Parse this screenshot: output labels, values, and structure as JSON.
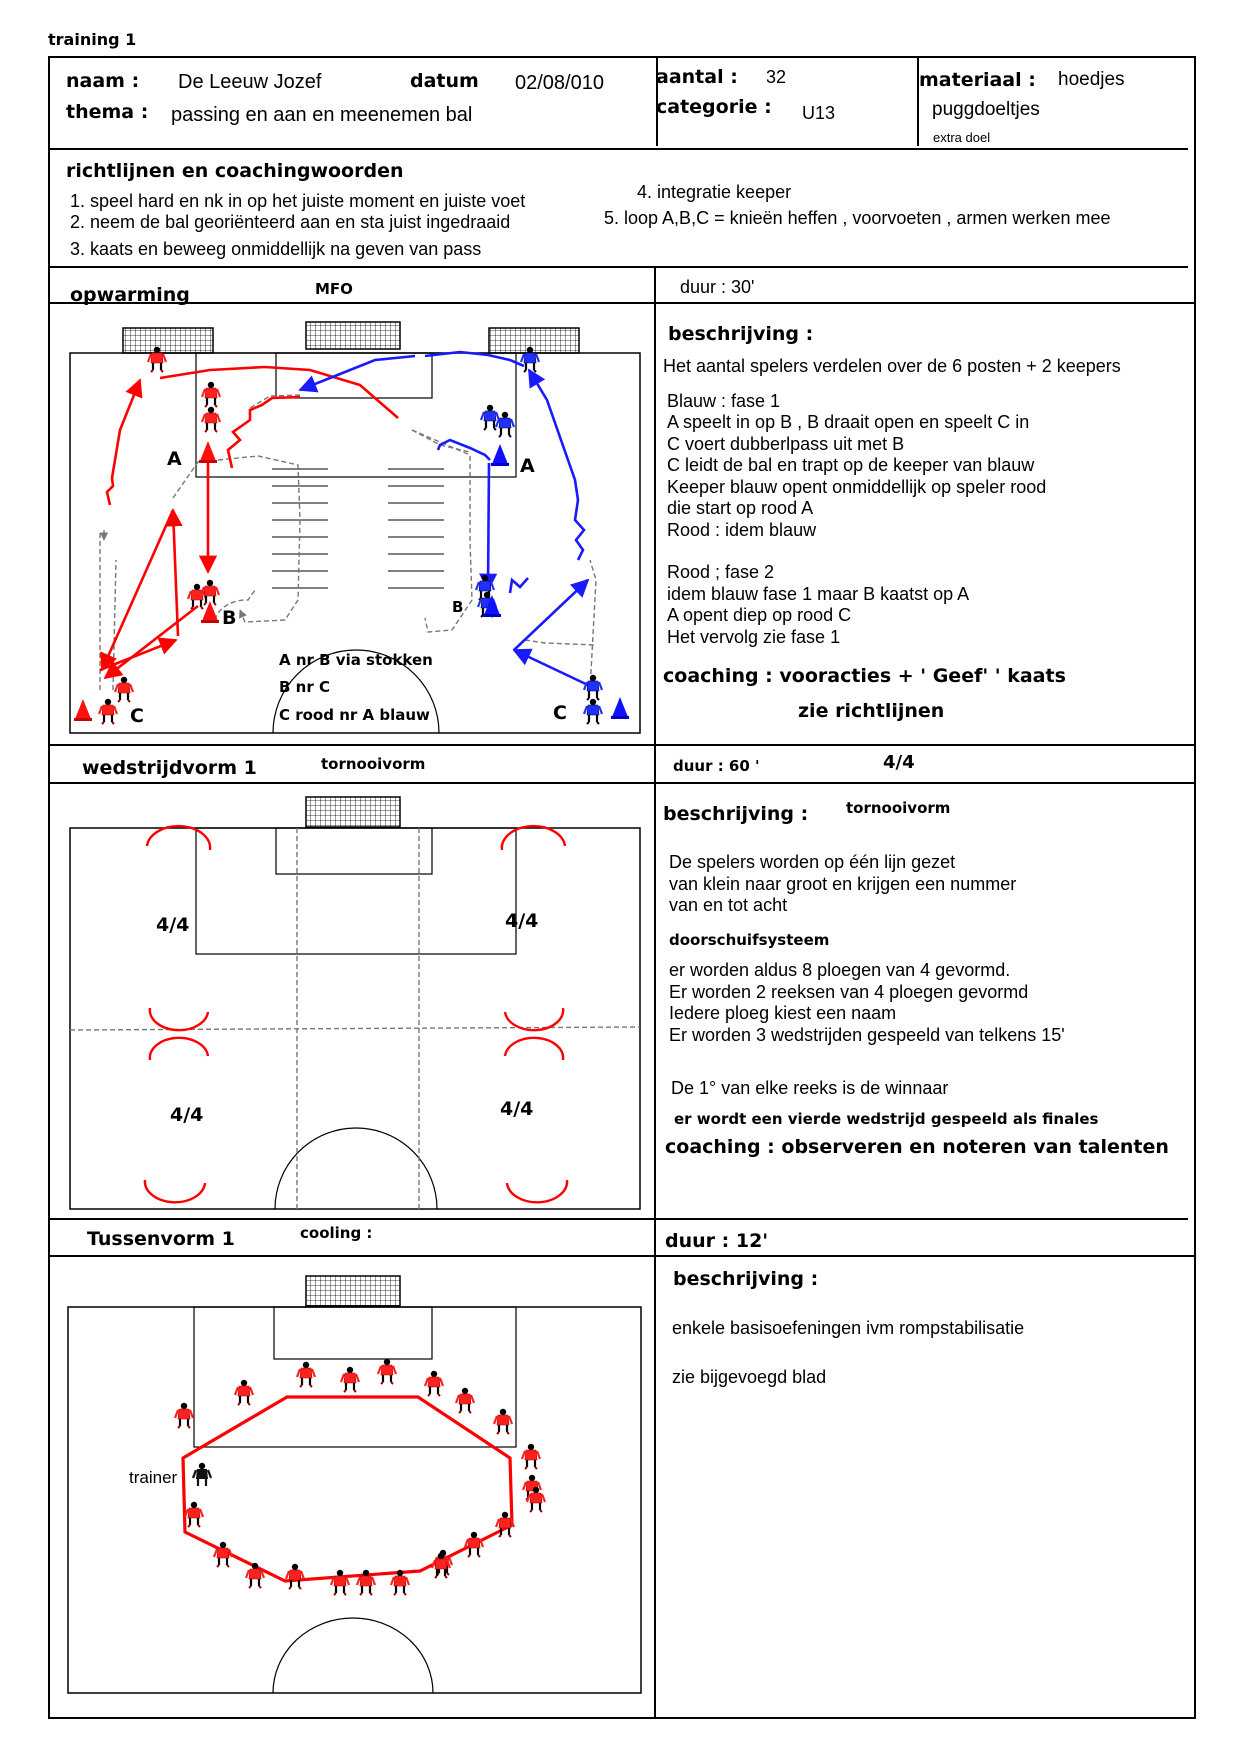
{
  "page_label": "training 1",
  "header": {
    "naam_label": "naam :",
    "naam_value": "De Leeuw Jozef",
    "datum_label": "datum",
    "datum_value": "02/08/010",
    "thema_label": "thema :",
    "thema_value": "passing en aan en meenemen bal",
    "aantal_label": "aantal :",
    "aantal_value": "32",
    "categorie_label": "categorie :",
    "categorie_value": "U13",
    "materiaal_label": "materiaal :",
    "materiaal_items": [
      "hoedjes",
      "puggdoeltjes",
      "extra doel"
    ]
  },
  "guidelines": {
    "title": "richtlijnen en coachingwoorden",
    "items": [
      "1. speel hard en nk in op het juiste moment en juiste voet",
      "2. neem de bal georiënteerd aan en sta juist ingedraaid",
      "3. kaats en beweeg onmiddellijk na geven van pass",
      "4. integratie keeper",
      "5. loop A,B,C = knieën heffen , voorvoeten , armen werken mee"
    ]
  },
  "section1": {
    "title": "opwarming",
    "subtitle": "MFO",
    "duur": "duur : 30'",
    "desc_title": "beschrijving :",
    "desc_lines": [
      "Het aantal spelers verdelen over de 6 posten + 2 keepers",
      "",
      "Blauw : fase 1",
      "A speelt in op B , B draait open en speelt C in",
      "C voert dubberlpass uit met B",
      "C leidt de bal en trapt op de keeper van blauw",
      "Keeper blauw opent onmiddellijk op speler rood",
      "die start op rood A",
      "Rood : idem blauw",
      "",
      "Rood ; fase 2",
      "idem blauw fase 1 maar B kaatst op A",
      "A opent diep op rood C",
      "Het vervolg zie fase 1"
    ],
    "coaching": "coaching : vooracties + ' Geef' ' kaats",
    "coaching2": "zie richtlijnen",
    "diagram_labels": {
      "a": "A",
      "b": "B",
      "c": "C",
      "note1": "A nr B via stokken",
      "note2": "B nr C",
      "note3": "C rood nr A  blauw"
    }
  },
  "section2": {
    "title": "wedstrijdvorm 1",
    "subtitle": "tornooivorm",
    "duur": "duur : 60 '",
    "duur_extra": "4/4",
    "desc_title": "beschrijving :",
    "desc_subtitle": "tornooivorm",
    "lines_a": [
      "De spelers worden op één lijn gezet",
      "van klein naar groot en krijgen een nummer",
      "van en tot acht"
    ],
    "bold_a": "doorschuifsysteem",
    "lines_b": [
      "er worden aldus 8 ploegen van 4 gevormd.",
      "Er worden 2 reeksen van 4 ploegen gevormd",
      "Iedere ploeg kiest een naam",
      "Er worden 3 wedstrijden gespeeld van telkens 15'"
    ],
    "line_c": "De 1° van elke reeks is de winnaar",
    "bold_c": "er wordt een vierde wedstrijd gespeeld als finales",
    "coaching": "coaching : observeren en noteren van talenten",
    "field_label": "4/4"
  },
  "section3": {
    "title": "Tussenvorm 1",
    "subtitle": "cooling :",
    "duur": "duur : 12'",
    "desc_title": "beschrijving :",
    "line1": "enkele basisoefeningen ivm rompstabilisatie",
    "line2": "zie bijgevoegd blad",
    "trainer_label": "trainer"
  },
  "colors": {
    "red": "#ff0000",
    "blue": "#1a1aff",
    "black": "#000000"
  }
}
